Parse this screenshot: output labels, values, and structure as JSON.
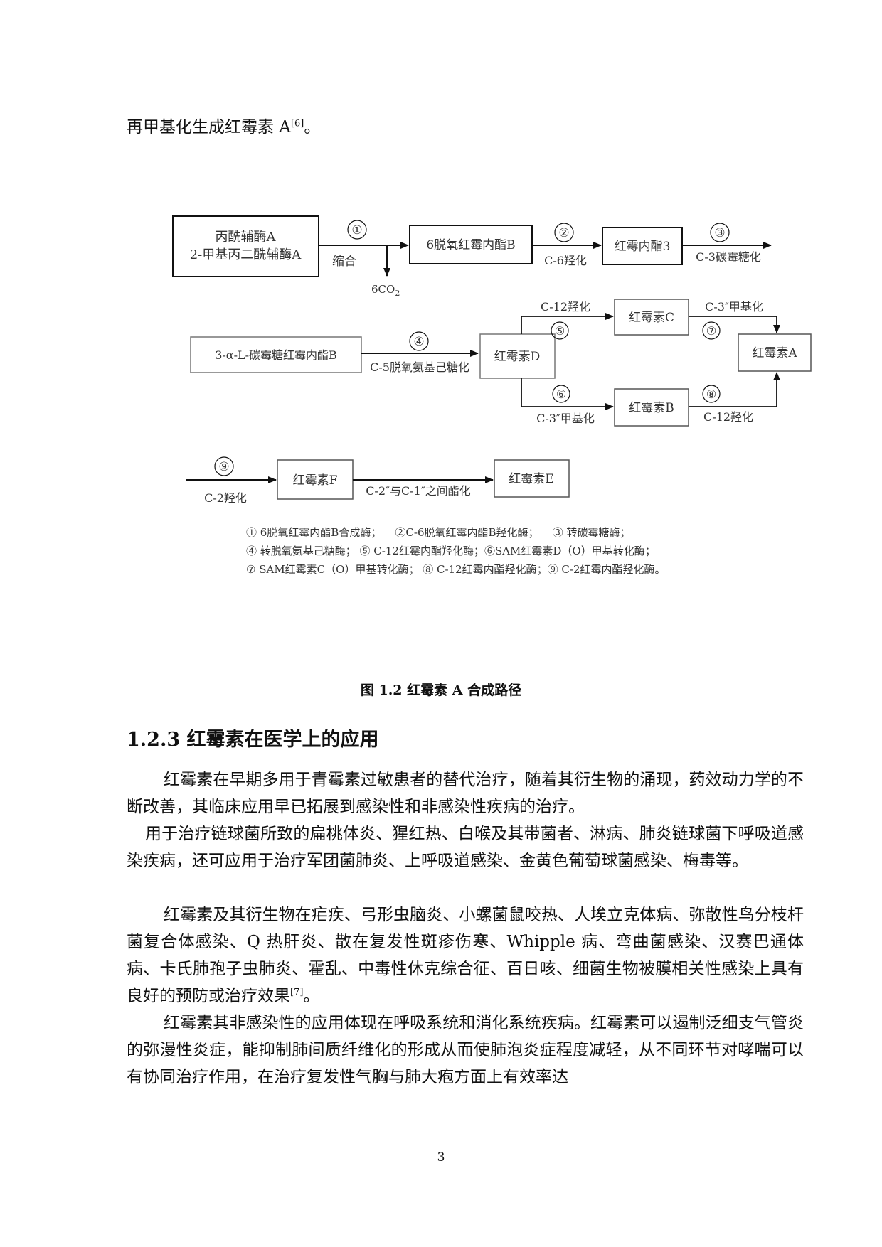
{
  "intro": {
    "text": "再甲基化生成红霉素 A",
    "ref": "[6]",
    "tail": "。"
  },
  "diagram": {
    "boxes": {
      "start_line1": "丙酰辅酶A",
      "start_line2": "2-甲基丙二酰辅酶A",
      "b6deoxy": "6脱氧红霉内酯B",
      "lactone3": "红霉内酯3",
      "carbamycin": "3-α-L-碳霉糖红霉内酯B",
      "erythD": "红霉素D",
      "erythC": "红霉素C",
      "erythA": "红霉素A",
      "erythB": "红霉素B",
      "erythF": "红霉素F",
      "erythE": "红霉素E"
    },
    "steps": {
      "s1": "①",
      "s2": "②",
      "s3": "③",
      "s4": "④",
      "s5": "⑤",
      "s6": "⑥",
      "s7": "⑦",
      "s8": "⑧",
      "s9": "⑨"
    },
    "labels": {
      "condense": "缩合",
      "co2": "6CO",
      "co2_sub": "2",
      "c6": "C-6羟化",
      "c3": "C-3碳霉糖化",
      "c5": "C-5脱氧氨基己糖化",
      "c12_top": "C-12羟化",
      "c3_methyl_top": "C-3″甲基化",
      "c3_methyl_bottom": "C-3″甲基化",
      "c12_bottom": "C-12羟化",
      "c2_hydroxy": "C-2羟化",
      "c2_c1": "C-2″与C-1″之间酯化"
    },
    "legend": [
      "① 6脱氧红霉内酯B合成酶；    ②C-6脱氧红霉内酯B羟化酶；    ③ 转碳霉糖酶；",
      "④ 转脱氧氨基己糖酶； ⑤ C-12红霉内酯羟化酶；⑥SAM红霉素D（O）甲基转化酶；",
      "⑦ SAM红霉素C（O）甲基转化酶； ⑧ C-12红霉内酯羟化酶；⑨ C-2红霉内酯羟化酶。"
    ]
  },
  "caption": "图 1.2 红霉素 A 合成路径",
  "section": {
    "heading": "1.2.3 红霉素在医学上的应用"
  },
  "paragraphs": {
    "p1": "红霉素在早期多用于青霉素过敏患者的替代治疗，随着其衍生物的涌现，药效动力学的不断改善，其临床应用早已拓展到感染性和非感染性疾病的治疗。",
    "p2": "用于治疗链球菌所致的扁桃体炎、猩红热、白喉及其带菌者、淋病、肺炎链球菌下呼吸道感染疾病，还可应用于治疗军团菌肺炎、上呼吸道感染、金黄色葡萄球菌感染、梅毒等。",
    "p3_text": "红霉素及其衍生物在疟疾、弓形虫脑炎、小螺菌鼠咬热、人埃立克体病、弥散性鸟分枝杆菌复合体感染、Q 热肝炎、散在复发性斑疹伤寒、Whipple 病、弯曲菌感染、汉赛巴通体病、卡氏肺孢子虫肺炎、霍乱、中毒性休克综合征、百日咳、细菌生物被膜相关性感染上具有良好的预防或治疗效果",
    "p3_ref": "[7]",
    "p3_tail": "。",
    "p4": "红霉素其非感染性的应用体现在呼吸系统和消化系统疾病。红霉素可以遏制泛细支气管炎的弥漫性炎症，能抑制肺间质纤维化的形成从而使肺泡炎症程度减轻，从不同环节对哮喘可以有协同治疗作用，在治疗复发性气胸与肺大疱方面上有效率达"
  },
  "page_number": "3"
}
